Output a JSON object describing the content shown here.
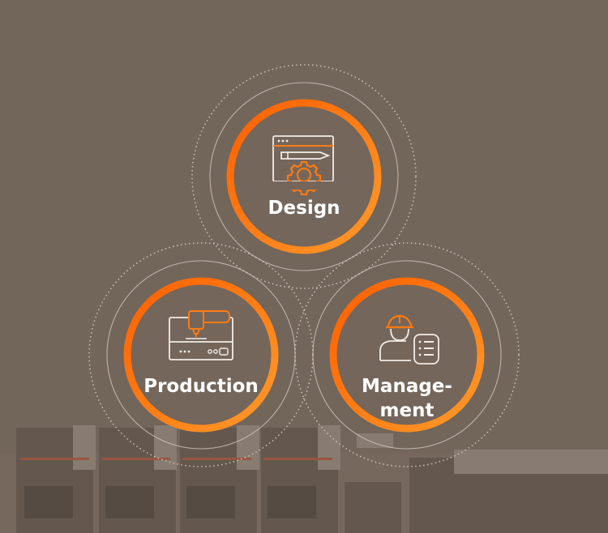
{
  "nodes": [
    {
      "id": "design",
      "lines": [
        "Design"
      ],
      "icon": "design-window-gear-icon"
    },
    {
      "id": "production",
      "lines": [
        "Production"
      ],
      "icon": "placement-machine-icon"
    },
    {
      "id": "management",
      "lines": [
        "Manage-",
        "ment"
      ],
      "icon": "worker-checklist-icon"
    }
  ],
  "colors": {
    "background": "#72655a",
    "ring_start": "#ff6a00",
    "ring_end": "#ff8a1e",
    "icon_orange": "#ff7a12",
    "icon_white": "#f2ece6",
    "ring_outline": "#d8cfc6"
  }
}
